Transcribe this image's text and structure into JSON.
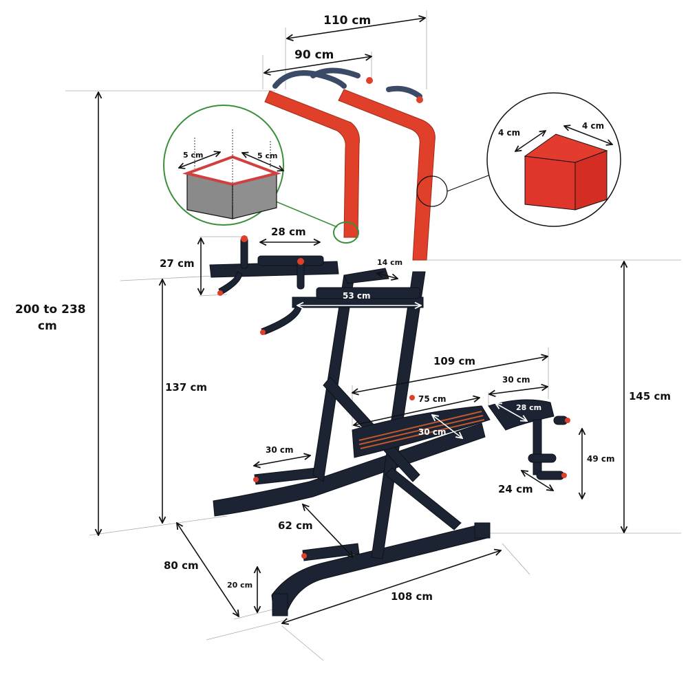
{
  "diagram": {
    "subject": "Power tower with sit-up bench",
    "colors": {
      "frame": "#1c2433",
      "accent_red": "#e0402a",
      "callout_green": "#3a8f3a",
      "dimension_line": "#111111",
      "guide_line": "#999999",
      "white": "#ffffff"
    },
    "dimensions": {
      "top_width_outer": "110 cm",
      "top_width_inner": "90 cm",
      "total_height": "200 to 238",
      "total_height_unit": "cm",
      "dip_handle_height": "27 cm",
      "backrest_width": "28 cm",
      "armrest_gap": "14 cm",
      "armrest_span": "53 cm",
      "dip_station_height": "137 cm",
      "tower_fixed_height": "145 cm",
      "bench_total_length": "109 cm",
      "bench_pad_length": "75 cm",
      "bench_pad_width": "30 cm",
      "leg_pad_length": "30 cm",
      "leg_pad_width": "28 cm",
      "bench_height": "49 cm",
      "bench_foot_width": "24 cm",
      "pushup_handle_length": "30 cm",
      "base_inner_gap": "62 cm",
      "base_depth": "80 cm",
      "base_width": "108 cm",
      "pushup_handle_height": "20 cm"
    },
    "callouts": {
      "upper_tube": {
        "side_a": "4 cm",
        "side_b": "4 cm",
        "color": "#e0352a"
      },
      "lower_tube": {
        "side_a": "5 cm",
        "side_b": "5 cm",
        "color": "#8a8a8a"
      }
    }
  }
}
